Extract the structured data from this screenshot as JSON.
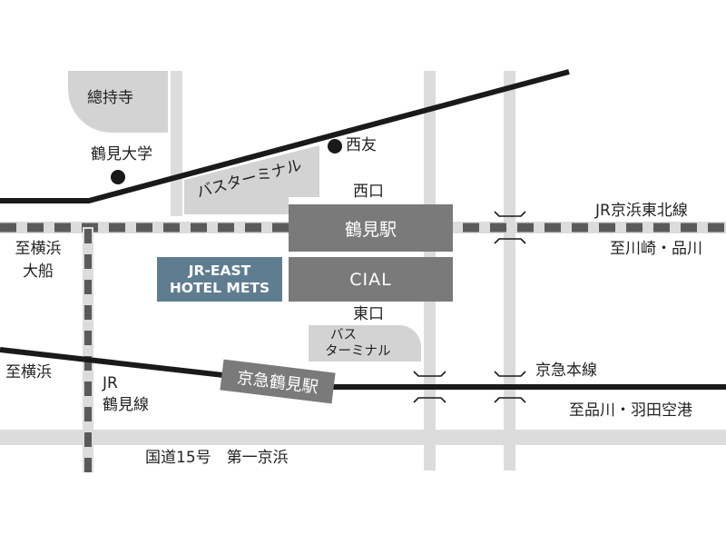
{
  "landmarks": {
    "soujiji": "總持寺",
    "tsurumi_univ": "鶴見大学",
    "nishitomo": "西友",
    "bus_terminal_west": "バスターミナル",
    "bus_terminal_east_line1": "バス",
    "bus_terminal_east_line2": "ターミナル",
    "hotel_line1": "JR-EAST",
    "hotel_line2": "HOTEL METS"
  },
  "station": {
    "west_exit": "西口",
    "east_exit": "東口",
    "tsurumi_station": "鶴見駅",
    "cial": "CIAL",
    "keikyu_tsurumi": "京急鶴見駅"
  },
  "rail_lines": {
    "jr_keihin_tohoku": "JR京浜東北線",
    "to_kawasaki_shinagawa": "至川崎・品川",
    "to_yokohama_ofuna_line1": "至横浜",
    "to_yokohama_ofuna_line2": "大船",
    "to_yokohama": "至横浜",
    "jr_tsurumi_line1": "JR",
    "jr_tsurumi_line2": "鶴見線",
    "keikyu_main": "京急本線",
    "to_shinagawa_haneda": "至品川・羽田空港"
  },
  "roads": {
    "route15": "国道15号　第一京浜"
  },
  "colors": {
    "station_box": "#7a7a7a",
    "hotel_box": "#5f7d91",
    "area_fill": "#d3d3d3",
    "road_gray": "#dcdcdc",
    "rail_dark": "#5a5a5a",
    "line_black": "#1a1a1a"
  }
}
